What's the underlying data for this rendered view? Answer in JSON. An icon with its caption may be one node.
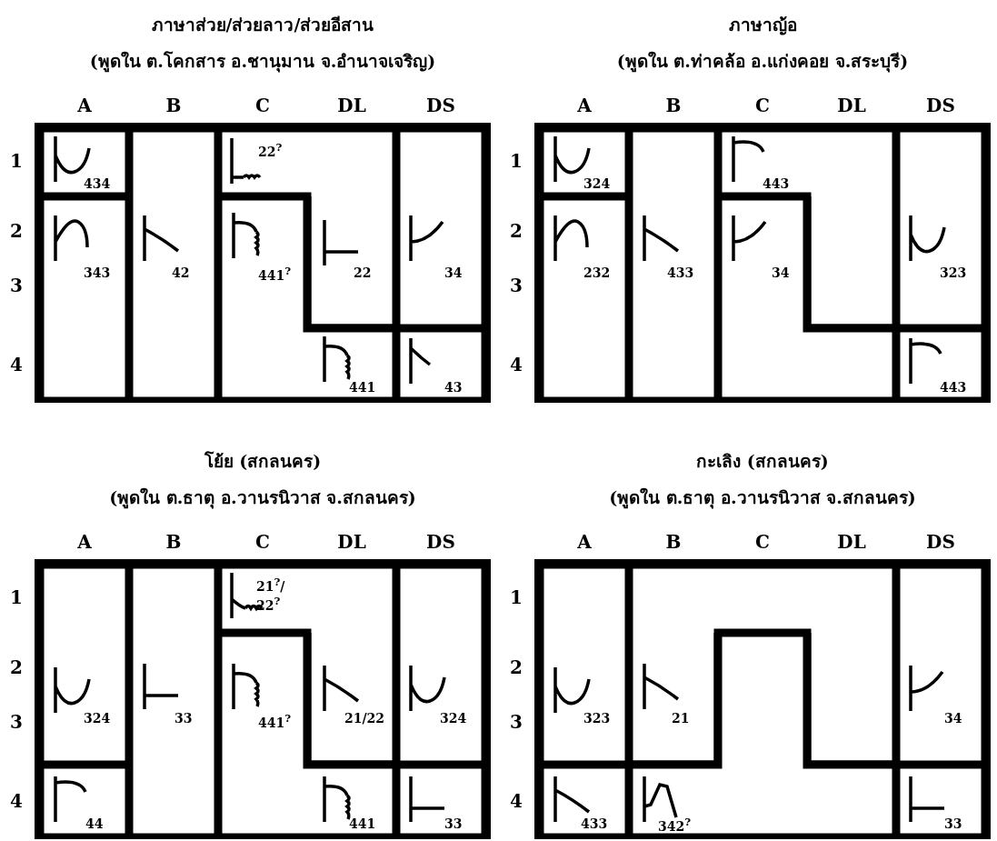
{
  "diagram": {
    "nodes": [
      {
        "text": [
          "ภาษาส่วย/ส่วยลาว/ส่วยอีสาน",
          "(พูดใน ต.โคกสาร อ.ชานุมาน จ.อำนาจเจริญ)"
        ]
      },
      {
        "text": [
          "434"
        ],
        "in": 0
      },
      {
        "text": [
          "343"
        ],
        "in": 0
      },
      {
        "text": [
          "42"
        ],
        "in": 0
      },
      {
        "text": [
          "22$^{?}$",
          "22"
        ],
        "in": 0
      },
      {
        "text": [
          "441$^{?}$",
          "441"
        ],
        "in": 0
      },
      {
        "text": [
          "34"
        ],
        "in": 0
      },
      {
        "text": [
          "43"
        ],
        "in": 0
      },
      {
        "text": [
          "ภาษาญ้อ",
          "(พูดใน ต.ท่าคล้อ อ.แก่งคอย จ.สระบุรี)"
        ]
      },
      {
        "text": [
          "324"
        ],
        "in": 8
      },
      {
        "text": [
          "232"
        ],
        "in": 8
      },
      {
        "text": [
          "433"
        ],
        "in": 8
      },
      {
        "text": [
          "443"
        ],
        "in": 8
      },
      {
        "text": [
          "34"
        ],
        "in": 8
      },
      {
        "text": [
          "323"
        ],
        "in": 8
      },
      {
        "text": [
          "443"
        ],
        "in": 8
      },
      {
        "text": [
          "โย้ย (สกลนคร)",
          "(พูดใน ต.ธาตุ อ.วานรนิวาส จ.สกลนคร)"
        ]
      },
      {
        "text": [
          "324"
        ],
        "in": 16
      },
      {
        "text": [
          "44"
        ],
        "in": 16
      },
      {
        "text": [
          "33"
        ],
        "in": 16
      },
      {
        "text": [
          "21$^{?}$/ 22$^{?}$",
          "21/22"
        ],
        "in": 16
      },
      {
        "text": [
          "441$^{?}$",
          "441"
        ],
        "in": 16
      },
      {
        "text": [
          "324"
        ],
        "in": 16
      },
      {
        "text": [
          "33"
        ],
        "in": 16
      },
      {
        "text": [
          "กะเลิง (สกลนคร)",
          "(พูดใน ต.ธาตุ อ.วานรนิวาส จ.สกลนคร)"
        ]
      },
      {
        "text": [
          "323"
        ],
        "in": 24
      },
      {
        "text": [
          "433"
        ],
        "in": 24
      },
      {
        "text": [
          "21"
        ],
        "in": 24
      },
      {
        "text": [
          "342$^{?}$"
        ],
        "in": 24
      },
      {
        "text": [
          "34"
        ],
        "in": 24
      },
      {
        "text": [
          "33"
        ],
        "in": 24
      }
    ],
    "labels": [
      "A",
      "B",
      "C",
      "DL",
      "DS",
      "1",
      "2",
      "3",
      "4",
      "A",
      "B",
      "C",
      "DL",
      "DS",
      "1",
      "2",
      "3",
      "4",
      "A",
      "B",
      "C",
      "DL",
      "DS",
      "1",
      "2",
      "3",
      "4",
      "A",
      "B",
      "C",
      "DL",
      "DS",
      "1",
      "2",
      "3",
      "4"
    ]
  }
}
